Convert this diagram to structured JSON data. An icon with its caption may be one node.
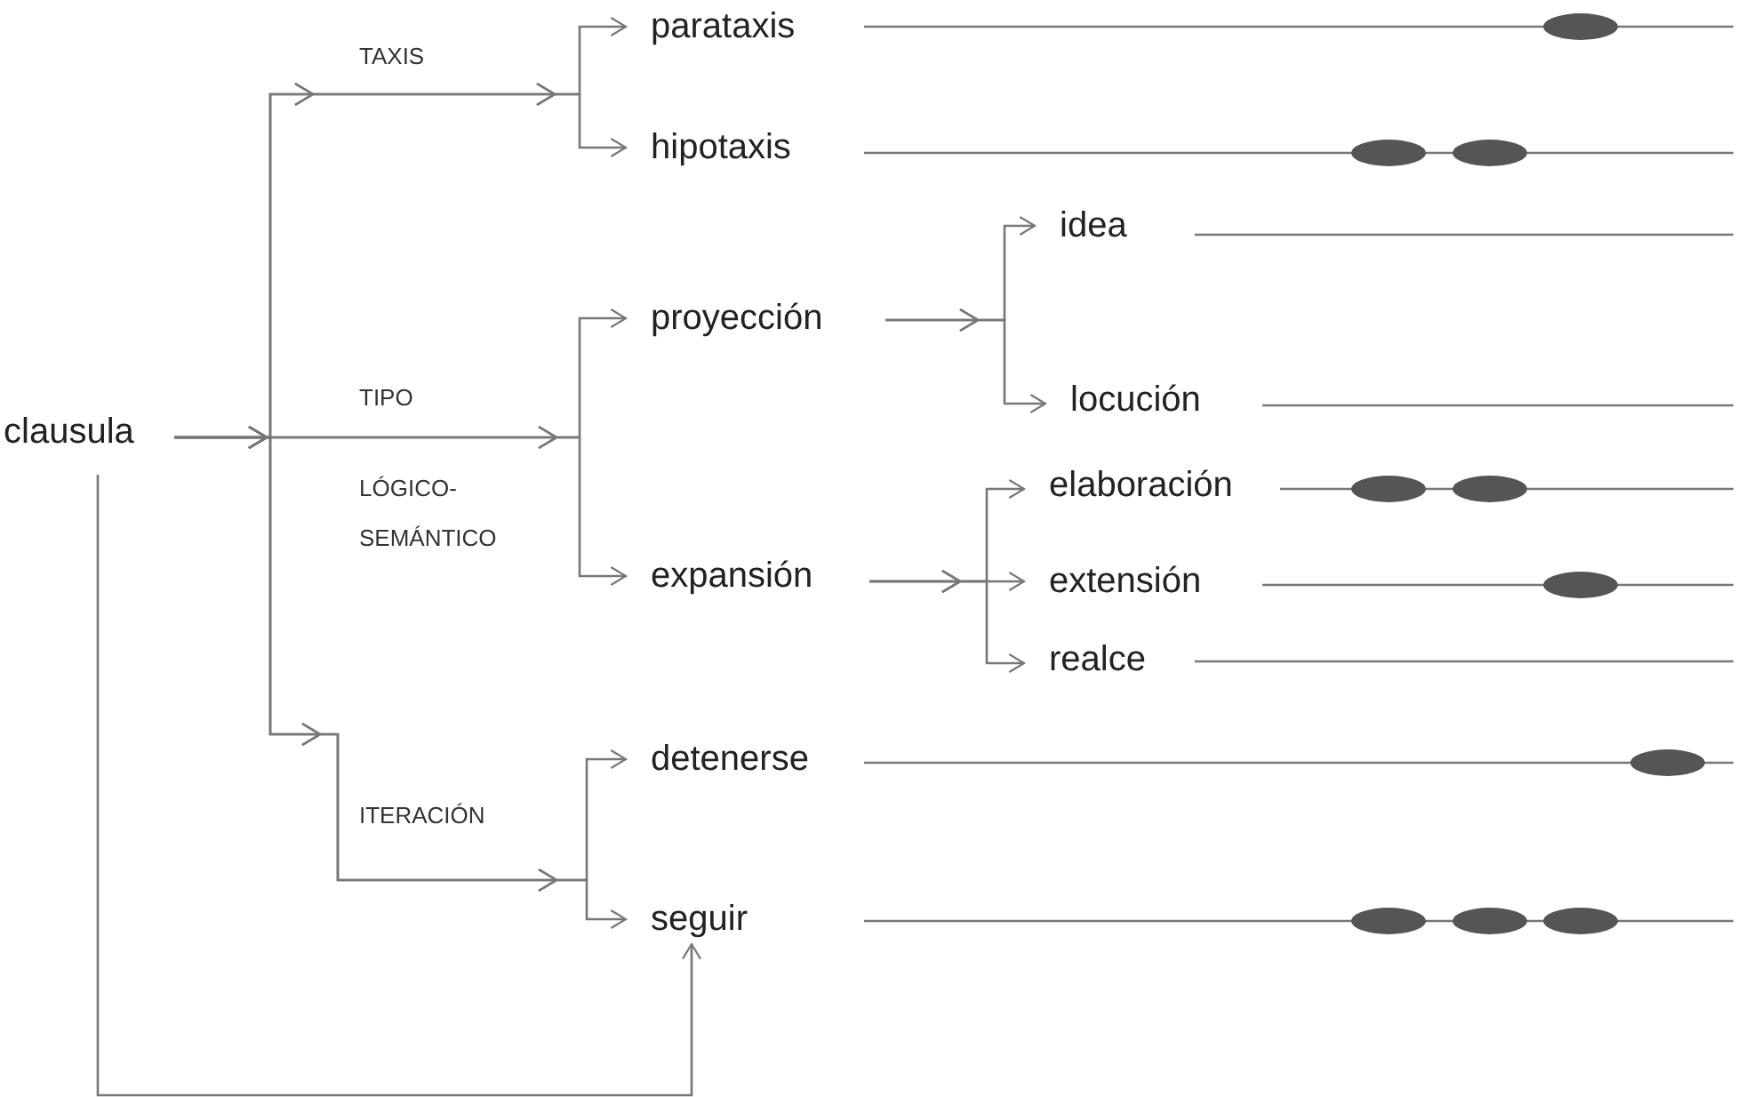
{
  "diagram": {
    "nodes": [
      {
        "text": [
          "clausula"
        ]
      },
      {
        "text": [
          "parataxis"
        ]
      },
      {
        "text": [
          "hipotaxis"
        ]
      },
      {
        "text": [
          "proyección"
        ]
      },
      {
        "text": [
          "expansión"
        ]
      },
      {
        "text": [
          "idea"
        ]
      },
      {
        "text": [
          "locución"
        ]
      },
      {
        "text": [
          "elaboración"
        ]
      },
      {
        "text": [
          "extensión"
        ]
      },
      {
        "text": [
          "realce"
        ]
      },
      {
        "text": [
          "detenerse"
        ]
      },
      {
        "text": [
          "seguir"
        ]
      }
    ],
    "edges": [
      {
        "from": 0,
        "to": 1,
        "arrow": "to"
      },
      {
        "from": 0,
        "to": 2,
        "arrow": "to"
      },
      {
        "from": 0,
        "to": 3,
        "arrow": "to"
      },
      {
        "from": 0,
        "to": 4,
        "arrow": "to"
      },
      {
        "from": 0,
        "to": 10,
        "arrow": "to"
      },
      {
        "from": 0,
        "to": 11,
        "arrow": "to"
      },
      {
        "from": 3,
        "to": 5,
        "arrow": "to"
      },
      {
        "from": 3,
        "to": 6,
        "arrow": "to"
      },
      {
        "from": 4,
        "to": 7,
        "arrow": "to"
      },
      {
        "from": 4,
        "to": 8,
        "arrow": "to"
      },
      {
        "from": 4,
        "to": 9,
        "arrow": "to"
      },
      {
        "from": 0,
        "to": 11,
        "arrow": "to"
      },
      {
        "from": 1,
        "to": null,
        "arrow": "none"
      },
      {
        "from": 2,
        "to": null,
        "arrow": "none"
      },
      {
        "from": 5,
        "to": null,
        "arrow": "none"
      },
      {
        "from": 6,
        "to": null,
        "arrow": "none"
      },
      {
        "from": 7,
        "to": null,
        "arrow": "none"
      },
      {
        "from": 8,
        "to": null,
        "arrow": "none"
      },
      {
        "from": 9,
        "to": null,
        "arrow": "none"
      },
      {
        "from": 10,
        "to": null,
        "arrow": "none"
      },
      {
        "from": 11,
        "to": null,
        "arrow": "none"
      }
    ],
    "labels": [
      "TAXIS",
      "TIPO",
      "LÓGICO- SEMÁNTICO",
      "ITERACIÓN"
    ]
  }
}
